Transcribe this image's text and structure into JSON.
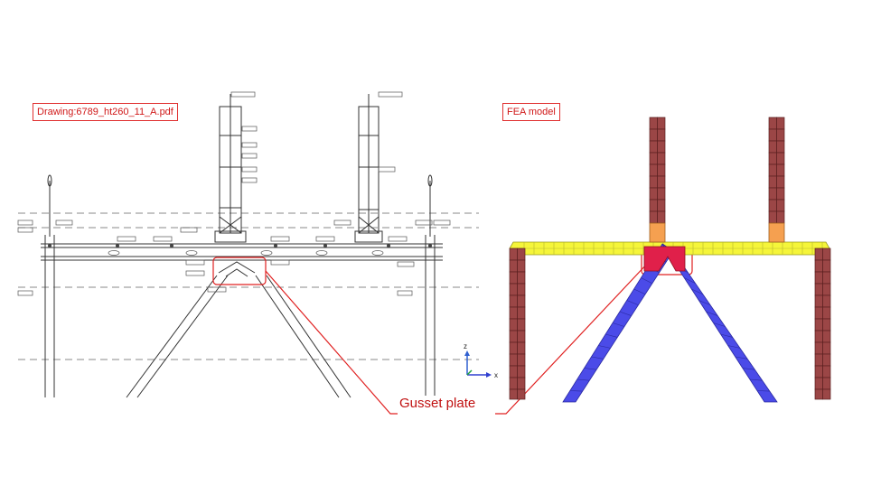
{
  "labels": {
    "drawing_file": "Drawing:6789_ht260_11_A.pdf",
    "fea_model": "FEA model",
    "gusset_plate": "Gusset plate"
  },
  "axes": {
    "z": "z",
    "x": "x"
  },
  "colors": {
    "annotation_red": "#e02020",
    "brick_column": "#9b4646",
    "deck_beam": "#f5f53a",
    "brace": "#4b4be8",
    "gusset": "#e0204a",
    "connector": "#f5a050",
    "axis_blue": "#3040d0",
    "axis_green": "#20a040",
    "axis_z": "#3060d0"
  }
}
